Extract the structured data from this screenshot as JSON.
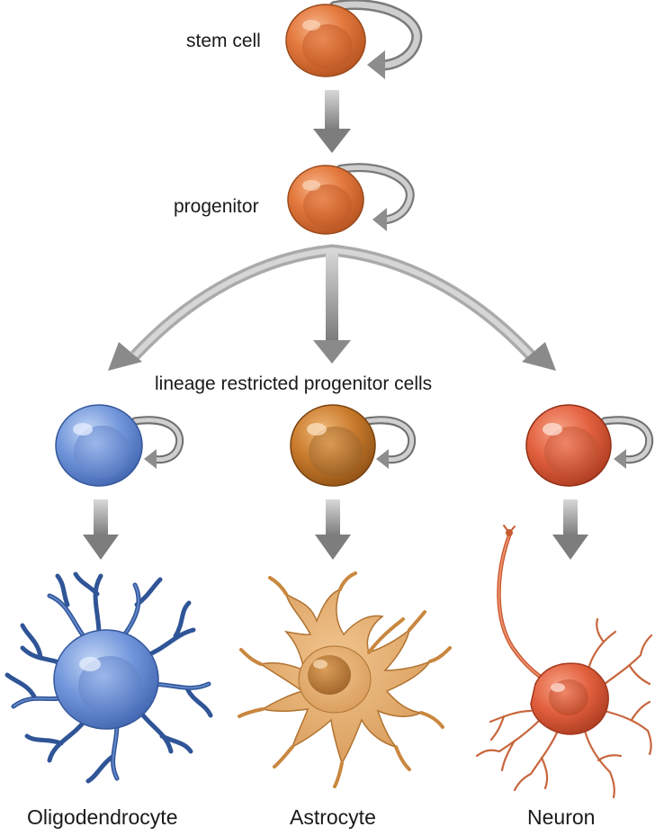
{
  "labels": {
    "stem_cell": "stem cell",
    "progenitor": "progenitor",
    "lineage": "lineage restricted progenitor cells",
    "oligodendrocyte": "Oligodendrocyte",
    "astrocyte": "Astrocyte",
    "neuron": "Neuron"
  },
  "colors": {
    "stem": "#e0783a",
    "oligo": "#6f93d6",
    "astro": "#c97b2c",
    "neuron_progenitor": "#e0603c",
    "arrow": "#8c8c8c"
  },
  "icons": {
    "self_renewal": "circular-arrow-icon",
    "differentiation": "down-arrow-icon"
  }
}
